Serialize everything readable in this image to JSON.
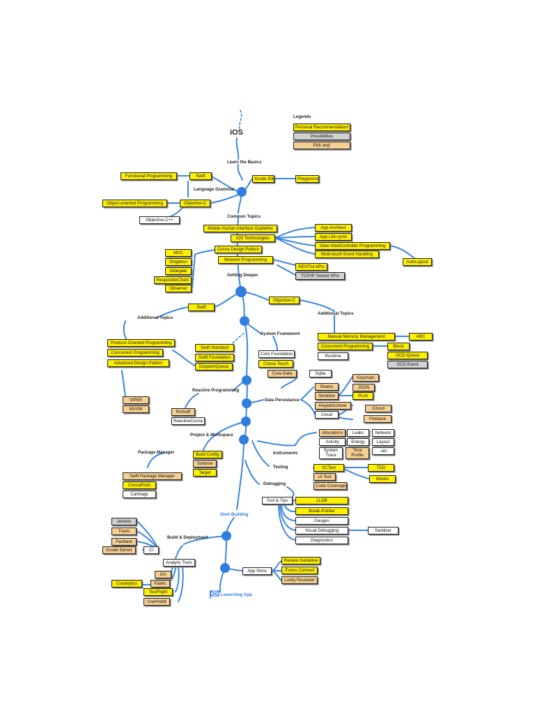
{
  "colors": {
    "connector": "#3a86e0",
    "hub": "#2f7de1",
    "personal": "#ffef00",
    "possibilities": "#d2d2d2",
    "pick_any": "#f6cf92",
    "plain": "#ffffff"
  },
  "title": "iOS",
  "legend": {
    "heading": "Legends",
    "items": [
      "Personal Recommendation!",
      "Possibilities",
      "Pick any!"
    ]
  },
  "sections": {
    "learn_basics": "Learn the Basics",
    "language_grammar": "Language Grammar",
    "common_topics": "Common Topics",
    "getting_deeper": "Getting Deeper",
    "additional_topics_left": "Additional Topics",
    "additional_topics_right": "Additional Topics",
    "system_framework": "System Framework",
    "reactive_programming": "Reactive Programming",
    "data_persistance": "Data Persistance",
    "project_workspace": "Project & Workspace",
    "package_manager": "Package Manager",
    "instruments": "Instruments",
    "testing": "Testing",
    "debugging": "Debugging",
    "start_building": "Start Building",
    "build_deployment": "Build & Deployment",
    "launching_app": "Launching App"
  },
  "nodes": {
    "xcode_ide": "Xcode IDE",
    "playground": "Playground",
    "swift_basic": "Swift",
    "functional_programming": "Functional Programming",
    "objective_c_basic": "Objective-C",
    "oop": "Object-oriented Programming",
    "objective_cpp": "Objective-C++",
    "hig": "Mobile Human Interface Guideline",
    "ios_tech": "iOS Technologies",
    "cocoa_design": "Cocoa Design Pattern",
    "network_programming": "Network Programming",
    "app_architect": "App Architect",
    "app_lifecycle": "App Life-cycle",
    "view_controller": "View-ViewController Programming",
    "multitouch": "Multi-touch Event Handling",
    "autolayout": "AutoLayout",
    "mvc": "MVC",
    "singleton": "Singleton",
    "delegate": "Delegate",
    "responder_chain": "ResponderChain",
    "observer": "Observer",
    "restful": "RESTful APIs",
    "tcpip": "TCP/IP Socket APIs",
    "swift_deeper": "Swift",
    "objective_c_deeper": "Objective-C",
    "manual_memory": "Manual Memory Management",
    "arc": "ARC",
    "concurrent_right": "Concurrent Programming",
    "block": "Block",
    "runtime": "Runtime",
    "gcd_queue": "GCD Queue",
    "gcd_event": "GCD Event",
    "protocol_oriented": "Protocol-Oriented Programming",
    "concurrent_left": "Concurrent Programming",
    "advanced_design": "Advanced Design Pattern",
    "swift_standard": "Swift Standard",
    "swift_foundation": "Swift Foundation",
    "dispatch_queue": "DispatchQueue",
    "core_foundation": "Core Foundation",
    "cocoa_touch": "Cocoa Touch",
    "core_data": "Core Data",
    "sqlite": "Sqlite",
    "realm": "Realm",
    "serialize": "Serialize",
    "keychain": "Keychain",
    "json": "JSON",
    "plist": "PList",
    "keyed_archiver": "KeyedArchiver",
    "cloud": "Cloud",
    "icloud": "iCloud",
    "firebase": "Firebase",
    "viper": "VIPER",
    "mvvm": "MVVM",
    "rxswift": "RxSwift",
    "reactive_cocoa": "ReactiveCocoa",
    "build_config": "Build Config",
    "scheme": "Scheme",
    "target": "Target",
    "spm": "Swift Package Manager",
    "cocoapods": "CocoaPods",
    "carthage": "Carthage",
    "allocations": "Allocations",
    "leaks": "Leaks",
    "network": "Network",
    "activity": "Activity",
    "energy": "Energy",
    "layout": "Layout",
    "system_trace": "System Trace",
    "time_profile": "Time Profile",
    "etc": "..etc",
    "xctest": "XCTest",
    "ui_test": "UI Test",
    "code_coverage": "Code Coverage",
    "tdd": "TDD",
    "mocks": "Mocks",
    "tool_tips": "Tool & Tips",
    "lldb": "LLDB",
    "break_pointer": "Break-Pointer",
    "gauges": "Gauges",
    "visual_debugging": "Visual Debugging",
    "sanitizer": "Sanitizer",
    "diagnostics": "Diagnostics",
    "jenkins": "Jenkins",
    "travis": "Travis",
    "fastlane": "Fastlane",
    "xcode_server": "Xcode Server",
    "ci": "CI",
    "analytic_tools": "Analytic Tools",
    "ga": "GA",
    "fabric": "Fabric",
    "crashlytics": "Crashlytics",
    "testflight": "TestFlight",
    "userhabit": "UserHabit",
    "app_store": "App Store",
    "review_guideline": "Review Guideline",
    "itunes_connect": "iTunes Connect",
    "lucky_reviewer": "Lucky Reviewer"
  }
}
